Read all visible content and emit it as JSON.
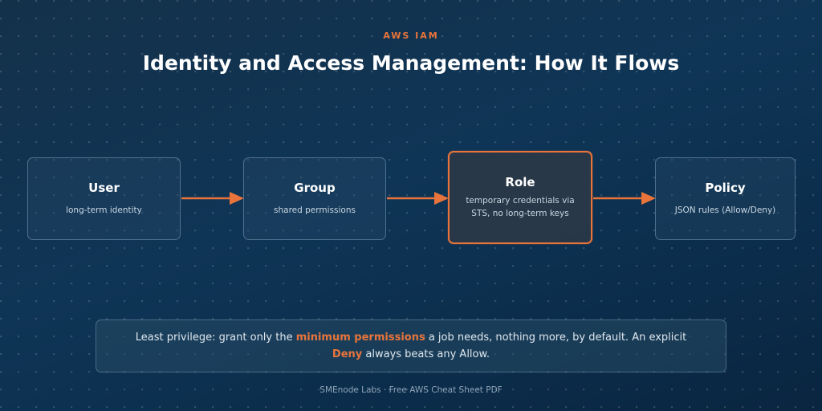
{
  "header": {
    "eyebrow": "AWS IAM",
    "title": "Identity and Access Management: How It Flows"
  },
  "colors": {
    "accent": "#e8743b",
    "background": "#0f3556"
  },
  "nodes": [
    {
      "name": "User",
      "desc": "long-term identity"
    },
    {
      "name": "Group",
      "desc": "shared permissions"
    },
    {
      "name": "Role",
      "desc": "temporary credentials via STS, no long-term keys"
    },
    {
      "name": "Policy",
      "desc": "JSON rules (Allow/Deny)"
    }
  ],
  "note": {
    "part1": "Least privilege: grant only the ",
    "highlight1": "minimum permissions",
    "part2": " a job needs, nothing more, by default. An explicit ",
    "highlight2": "Deny",
    "part3": " always beats any Allow."
  },
  "footer": "SMEnode Labs · Free AWS Cheat Sheet PDF"
}
